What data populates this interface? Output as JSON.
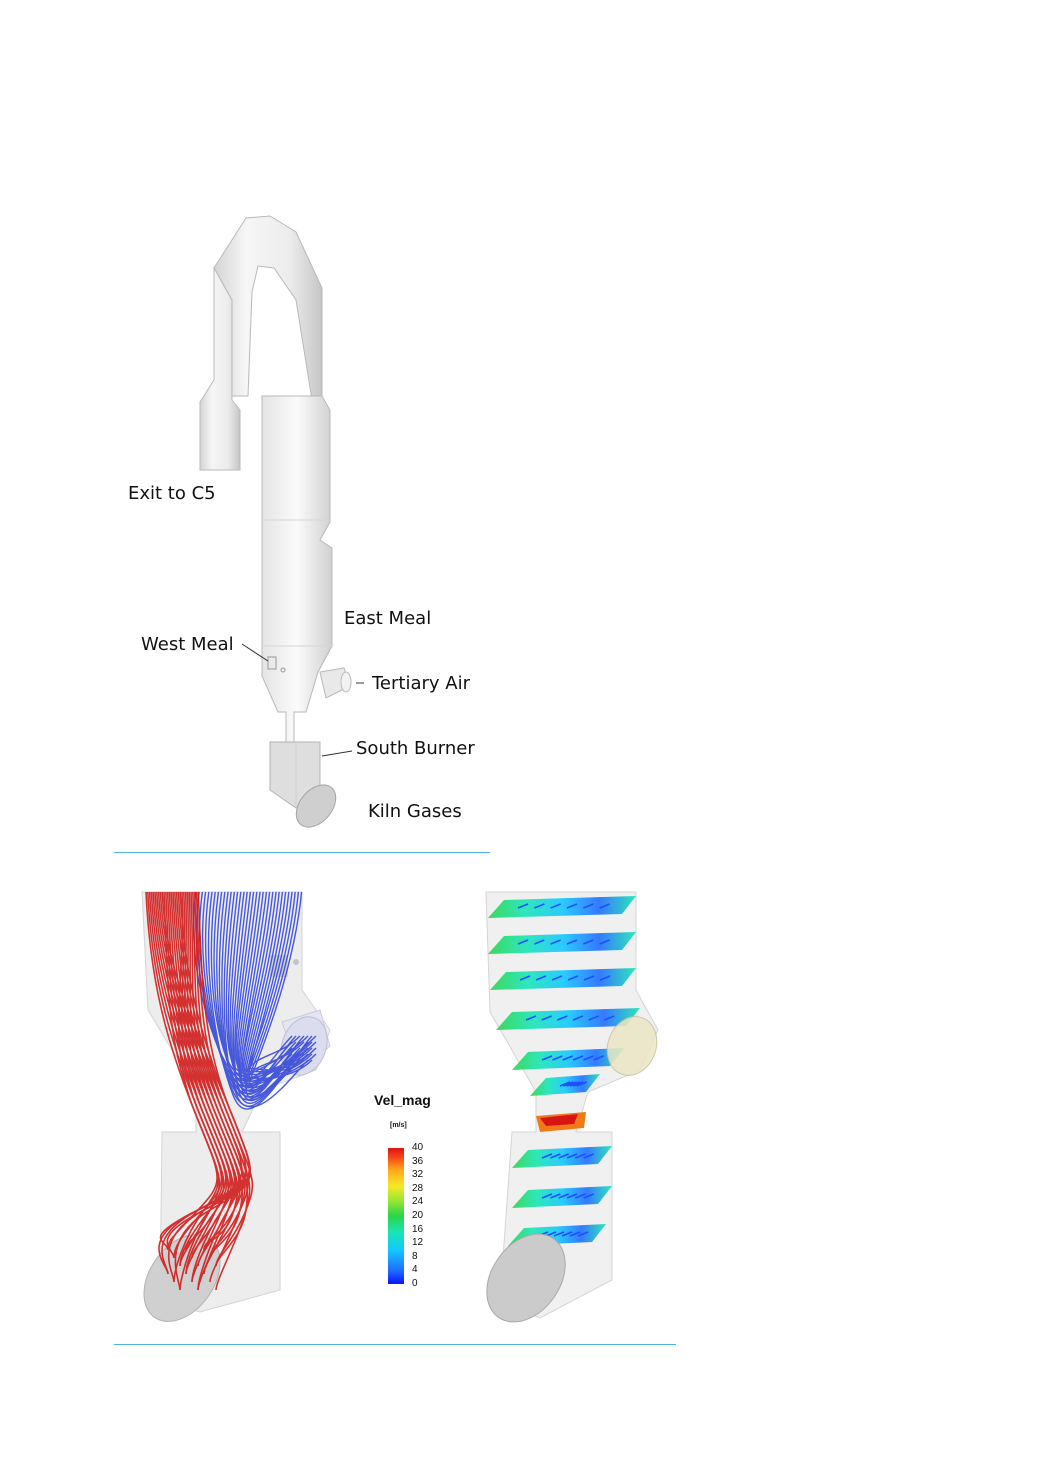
{
  "geometry_labels": {
    "exit_to_c5": "Exit to C5",
    "east_meal": "East Meal",
    "west_meal": "West Meal",
    "tertiary_air": "Tertiary Air",
    "south_burner": "South Burner",
    "kiln_gases": "Kiln Gases"
  },
  "colorbar": {
    "title": "Vel_mag",
    "unit": "[m/s]",
    "ticks": [
      "40",
      "36",
      "32",
      "28",
      "24",
      "20",
      "16",
      "12",
      "8",
      "4",
      "0"
    ]
  },
  "colors": {
    "rule": "#4fb3e6",
    "stream_kiln": "#d11c1c",
    "stream_tertiary": "#2b3fd8"
  }
}
